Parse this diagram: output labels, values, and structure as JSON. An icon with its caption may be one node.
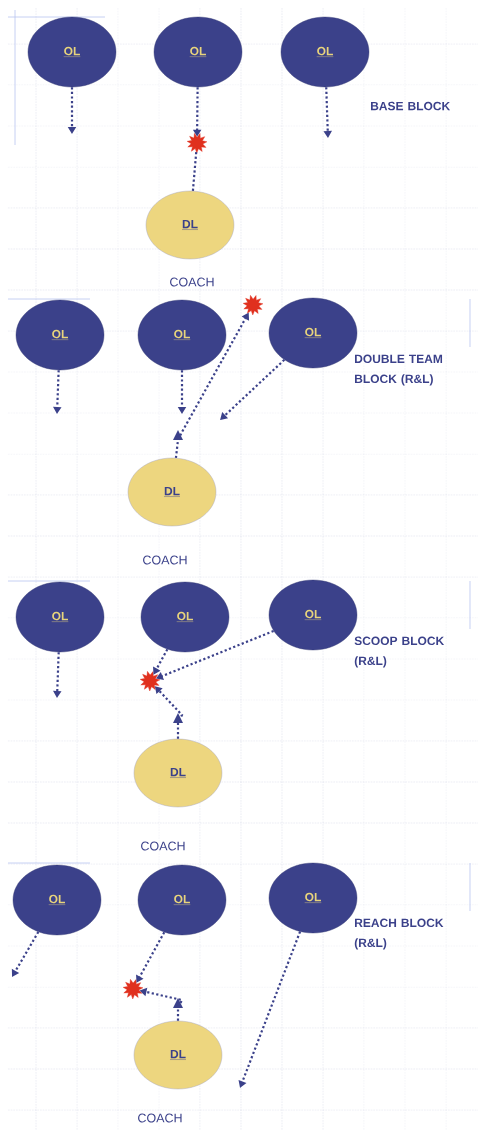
{
  "diagram": {
    "nodes": [
      {
        "text": [
          "OL"
        ]
      },
      {
        "text": [
          "OL"
        ]
      },
      {
        "text": [
          "OL"
        ]
      },
      {
        "text": [],
        "shape": "star"
      },
      {
        "text": [
          "DL"
        ]
      },
      {
        "text": [
          "OL"
        ]
      },
      {
        "text": [
          "OL"
        ]
      },
      {
        "text": [],
        "shape": "star"
      },
      {
        "text": [
          "OL"
        ]
      },
      {
        "text": [
          "DL"
        ]
      },
      {
        "text": [
          "OL"
        ]
      },
      {
        "text": [
          "OL"
        ]
      },
      {
        "text": [
          "OL"
        ]
      },
      {
        "text": [],
        "shape": "star"
      },
      {
        "text": [
          "DL"
        ]
      },
      {
        "text": [
          "OL"
        ]
      },
      {
        "text": [
          "OL"
        ]
      },
      {
        "text": [
          "OL"
        ]
      },
      {
        "text": [],
        "shape": "star"
      },
      {
        "text": [
          "DL"
        ]
      }
    ],
    "edges": [
      {
        "from": 0,
        "to": null,
        "arrow": "to"
      },
      {
        "from": 1,
        "to": 3,
        "arrow": "to"
      },
      {
        "from": 4,
        "to": 3,
        "arrow": "none"
      },
      {
        "from": 2,
        "to": null,
        "arrow": "to"
      },
      {
        "from": 5,
        "to": null,
        "arrow": "to"
      },
      {
        "from": 6,
        "to": null,
        "arrow": "to"
      },
      {
        "from": 9,
        "to": 7,
        "arrow": "to"
      },
      {
        "from": 8,
        "to": null,
        "arrow": "to"
      },
      {
        "from": 10,
        "to": null,
        "arrow": "to"
      },
      {
        "from": 11,
        "to": 13,
        "arrow": "to"
      },
      {
        "from": 12,
        "to": 13,
        "arrow": "to"
      },
      {
        "from": 14,
        "to": 13,
        "arrow": "to"
      },
      {
        "from": 15,
        "to": null,
        "arrow": "to"
      },
      {
        "from": 16,
        "to": 18,
        "arrow": "to"
      },
      {
        "from": 19,
        "to": 18,
        "arrow": "to"
      },
      {
        "from": 17,
        "to": null,
        "arrow": "to"
      }
    ],
    "labels": [
      "BASE BLOCK",
      "COACH",
      "DOUBLE TEAM BLOCK (R&L)",
      "COACH",
      "SCOOP BLOCK (R&L)",
      "COACH",
      "REACH BLOCK (R&L)",
      "COACH"
    ]
  }
}
